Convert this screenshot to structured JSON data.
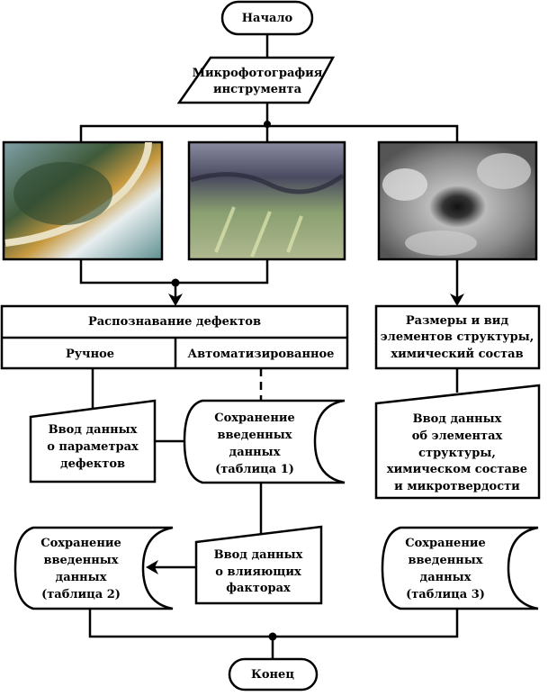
{
  "start": "Начало",
  "micrograph": [
    "Микрофотография",
    "инструмента"
  ],
  "recognition": {
    "title": "Распознавание дефектов",
    "manual": "Ручное",
    "automated": "Автоматизированное"
  },
  "structure": [
    "Размеры и вид",
    "элементов структуры,",
    "химический состав"
  ],
  "input_defects": [
    "Ввод данных",
    "о параметрах",
    "дефектов"
  ],
  "save_1": [
    "Сохранение",
    "введенных",
    "данных",
    "(таблица 1)"
  ],
  "input_factors": [
    "Ввод данных",
    "о влияющих",
    "факторах"
  ],
  "save_2": [
    "Сохранение",
    "введенных",
    "данных",
    "(таблица 2)"
  ],
  "input_structure": [
    "Ввод данных",
    "об элементах",
    "структуры,",
    "химическом составе",
    "и микротвердости"
  ],
  "save_3": [
    "Сохранение",
    "введенных",
    "данных",
    "(таблица 3)"
  ],
  "end": "Конец"
}
